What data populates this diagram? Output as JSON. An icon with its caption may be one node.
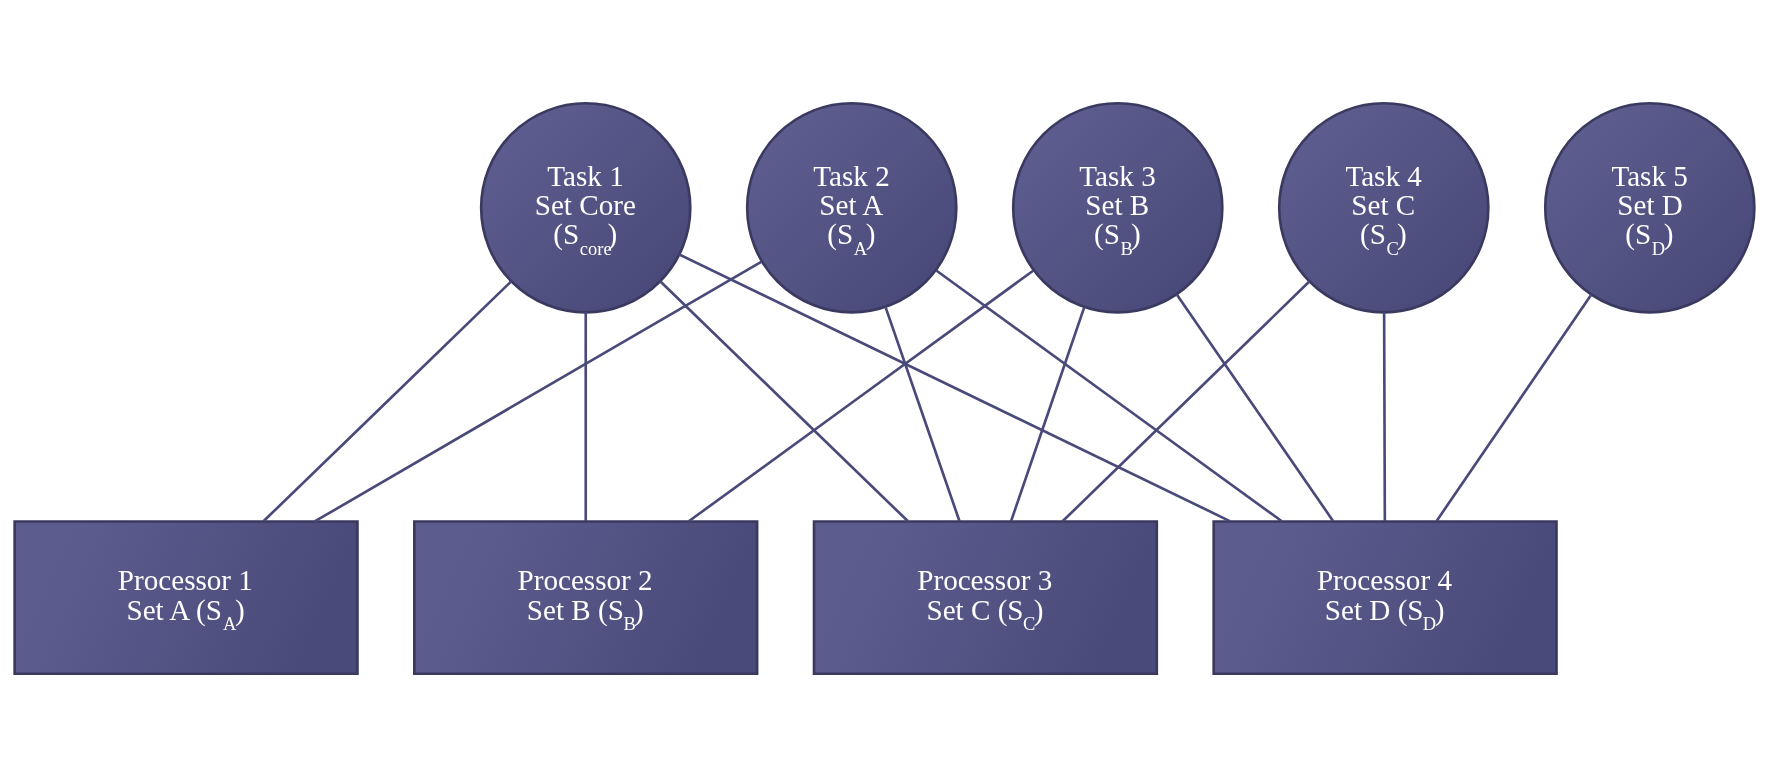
{
  "diagram": {
    "nodes": [
      {
        "text": [
          "Task 1",
          "Set Core",
          "(S$_{core}$)"
        ]
      },
      {
        "text": [
          "Task 2",
          "Set A",
          "(S$_{A}$)"
        ]
      },
      {
        "text": [
          "Task 3",
          "Set B",
          "(S$_{B}$)"
        ]
      },
      {
        "text": [
          "Task 4",
          "Set C",
          "(S$_{C}$)"
        ]
      },
      {
        "text": [
          "Task 5",
          "Set D",
          "(S$_{D}$)"
        ]
      },
      {
        "text": [
          "Processor 1",
          "Set A (S$_{A}$)"
        ]
      },
      {
        "text": [
          "Processor 2",
          "Set B (S$_{B}$)"
        ]
      },
      {
        "text": [
          "Processor 3",
          "Set C (S$_{C}$)"
        ]
      },
      {
        "text": [
          "Processor 4",
          "Set D (S$_{D}$)"
        ]
      }
    ],
    "edges": [
      {
        "from": 0,
        "to": 5,
        "arrow": "none"
      },
      {
        "from": 0,
        "to": 6,
        "arrow": "none"
      },
      {
        "from": 0,
        "to": 7,
        "arrow": "none"
      },
      {
        "from": 0,
        "to": 8,
        "arrow": "none"
      },
      {
        "from": 1,
        "to": 5,
        "arrow": "none"
      },
      {
        "from": 1,
        "to": 7,
        "arrow": "none"
      },
      {
        "from": 1,
        "to": 8,
        "arrow": "none"
      },
      {
        "from": 2,
        "to": 6,
        "arrow": "none"
      },
      {
        "from": 2,
        "to": 7,
        "arrow": "none"
      },
      {
        "from": 2,
        "to": 8,
        "arrow": "none"
      },
      {
        "from": 3,
        "to": 7,
        "arrow": "none"
      },
      {
        "from": 3,
        "to": 8,
        "arrow": "none"
      },
      {
        "from": 4,
        "to": 8,
        "arrow": "none"
      }
    ]
  }
}
